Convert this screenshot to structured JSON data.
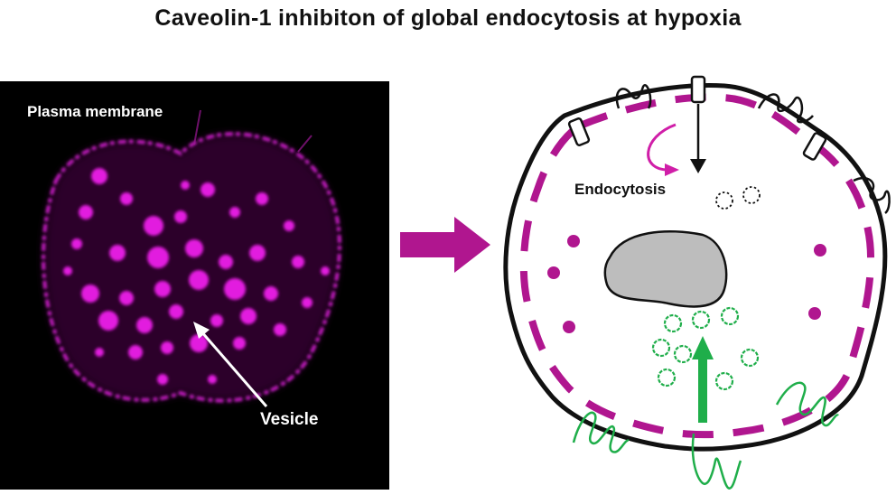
{
  "title": "Caveolin-1 inhibiton of global endocytosis at hypoxia",
  "micrograph": {
    "membrane_label": "Plasma membrane",
    "vesicle_label": "Vesicle"
  },
  "schematic": {
    "endocytosis_label": "Endocytosis"
  },
  "colors": {
    "magenta": "#b0168f",
    "bright_magenta": "#e21adf",
    "green": "#1fae4a",
    "nucleus_gray": "#bdbdbd",
    "background": "#ffffff"
  }
}
